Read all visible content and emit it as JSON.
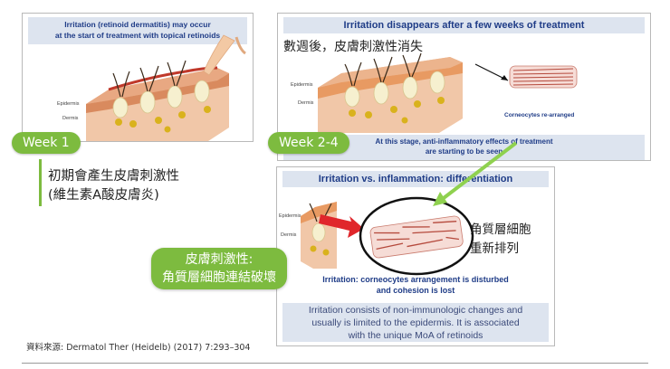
{
  "panel1": {
    "caption": "Irritation (retinoid dermatitis) may occur at the start of treatment with topical retinoids",
    "caption_line1": "Irritation (retinoid dermatitis) may occur",
    "caption_line2": "at the start of treatment with topical retinoids",
    "epidermis_label": "Epidermis",
    "dermis_label": "Dermis",
    "week_label": "Week 1",
    "zh_line1": "初期會產生皮膚刺激性",
    "zh_line2": "(維生素A酸皮膚炎)"
  },
  "panel2": {
    "caption": "Irritation disappears after a few weeks of treatment",
    "zh_title": "數週後，皮膚刺激性消失",
    "epidermis_label": "Epidermis",
    "dermis_label": "Dermis",
    "corneocytes_label": "Corneocytes re-arranged",
    "bottom_line1": "At this stage, anti-inflammatory effects of treatment",
    "bottom_line2": "are starting to be seen",
    "week_label": "Week 2-4"
  },
  "panel3": {
    "caption": "Irritation vs. inflammation: differentiation",
    "epidermis_label": "Epidermis",
    "dermis_label": "Dermis",
    "zh_right_line1": "角質層細胞",
    "zh_right_line2": "重新排列",
    "bottom_line1": "Irritation: corneocytes arrangement is disturbed",
    "bottom_line2": "and cohesion is lost",
    "desc_line1": "Irritation consists of non-immunologic changes and",
    "desc_line2": "usually is limited to the epidermis. It is associated",
    "desc_line3": "with the unique MoA of retinoids"
  },
  "callout": {
    "line1": "皮膚刺激性:",
    "line2": "角質層細胞連結破壞"
  },
  "source": "資料來源: Dermatol Ther (Heidelb) (2017) 7:293–304",
  "colors": {
    "green": "#7dbb3f",
    "navy": "#1f3c87",
    "bar_bg": "#dde4ef",
    "red_arrow": "#e0262b"
  }
}
